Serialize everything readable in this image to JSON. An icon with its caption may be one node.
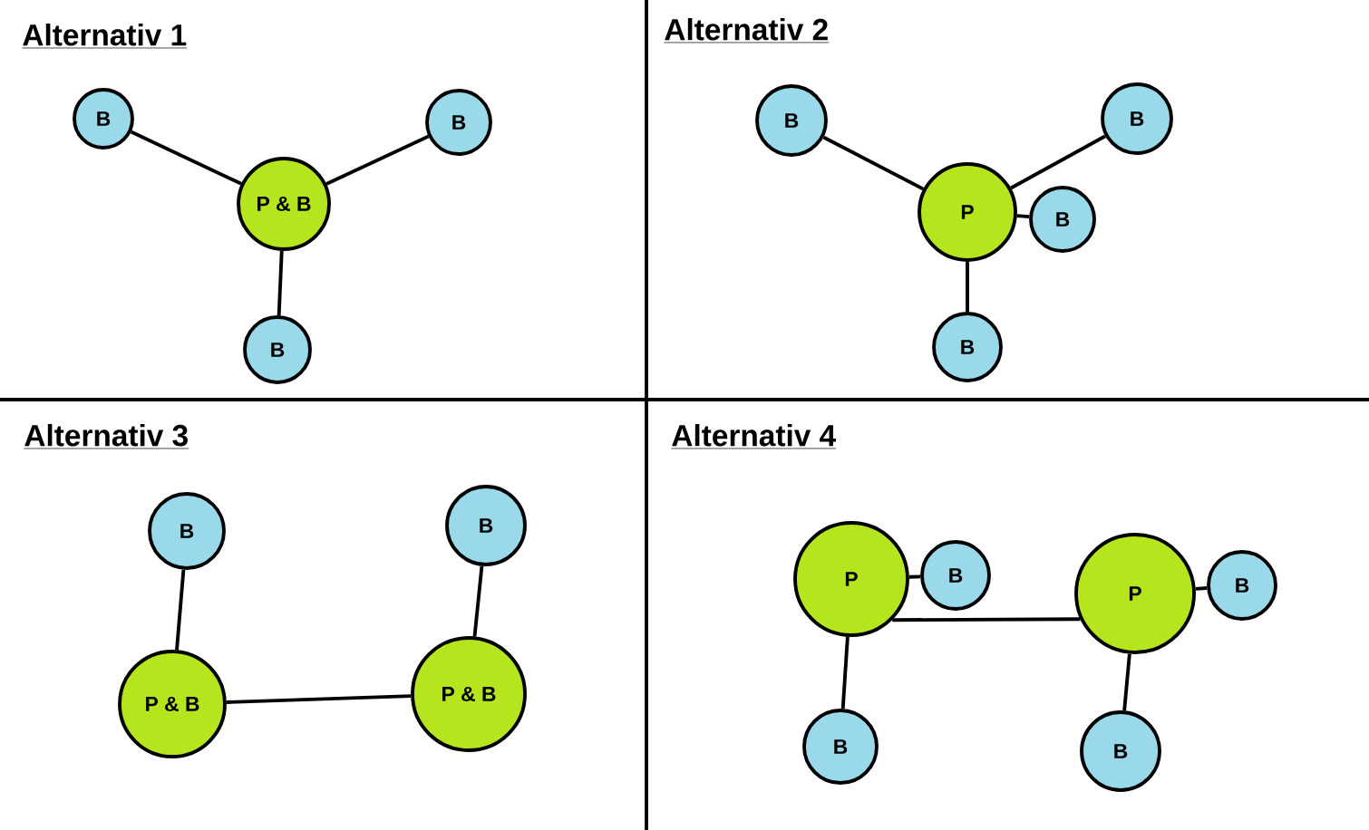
{
  "diagram": {
    "nodes": [
      {
        "text": [
          "B"
        ]
      },
      {
        "text": [
          "B"
        ]
      },
      {
        "text": [
          "P & B"
        ]
      },
      {
        "text": [
          "B"
        ]
      },
      {
        "text": [
          "B"
        ]
      },
      {
        "text": [
          "B"
        ]
      },
      {
        "text": [
          "P"
        ]
      },
      {
        "text": [
          "B"
        ]
      },
      {
        "text": [
          "B"
        ]
      },
      {
        "text": [
          "B"
        ]
      },
      {
        "text": [
          "B"
        ]
      },
      {
        "text": [
          "P & B"
        ]
      },
      {
        "text": [
          "P & B"
        ]
      },
      {
        "text": [
          "P"
        ]
      },
      {
        "text": [
          "B"
        ]
      },
      {
        "text": [
          "P"
        ]
      },
      {
        "text": [
          "B"
        ]
      },
      {
        "text": [
          "B"
        ]
      },
      {
        "text": [
          "B"
        ]
      }
    ],
    "edges": [
      {
        "from": 0,
        "to": 2,
        "arrow": "none"
      },
      {
        "from": 1,
        "to": 2,
        "arrow": "none"
      },
      {
        "from": 2,
        "to": 3,
        "arrow": "none"
      },
      {
        "from": 4,
        "to": 6,
        "arrow": "none"
      },
      {
        "from": 5,
        "to": 6,
        "arrow": "none"
      },
      {
        "from": 6,
        "to": 7,
        "arrow": "none"
      },
      {
        "from": 6,
        "to": 8,
        "arrow": "none"
      },
      {
        "from": 9,
        "to": 11,
        "arrow": "none"
      },
      {
        "from": 10,
        "to": 12,
        "arrow": "none"
      },
      {
        "from": 11,
        "to": 12,
        "arrow": "none"
      },
      {
        "from": 13,
        "to": 14,
        "arrow": "none"
      },
      {
        "from": 13,
        "to": 15,
        "arrow": "none"
      },
      {
        "from": 15,
        "to": 16,
        "arrow": "none"
      },
      {
        "from": 13,
        "to": 17,
        "arrow": "none"
      },
      {
        "from": 15,
        "to": 18,
        "arrow": "none"
      }
    ],
    "labels": [
      "Alternativ 1",
      "Alternativ 2",
      "Alternativ 3",
      "Alternativ 4"
    ]
  }
}
